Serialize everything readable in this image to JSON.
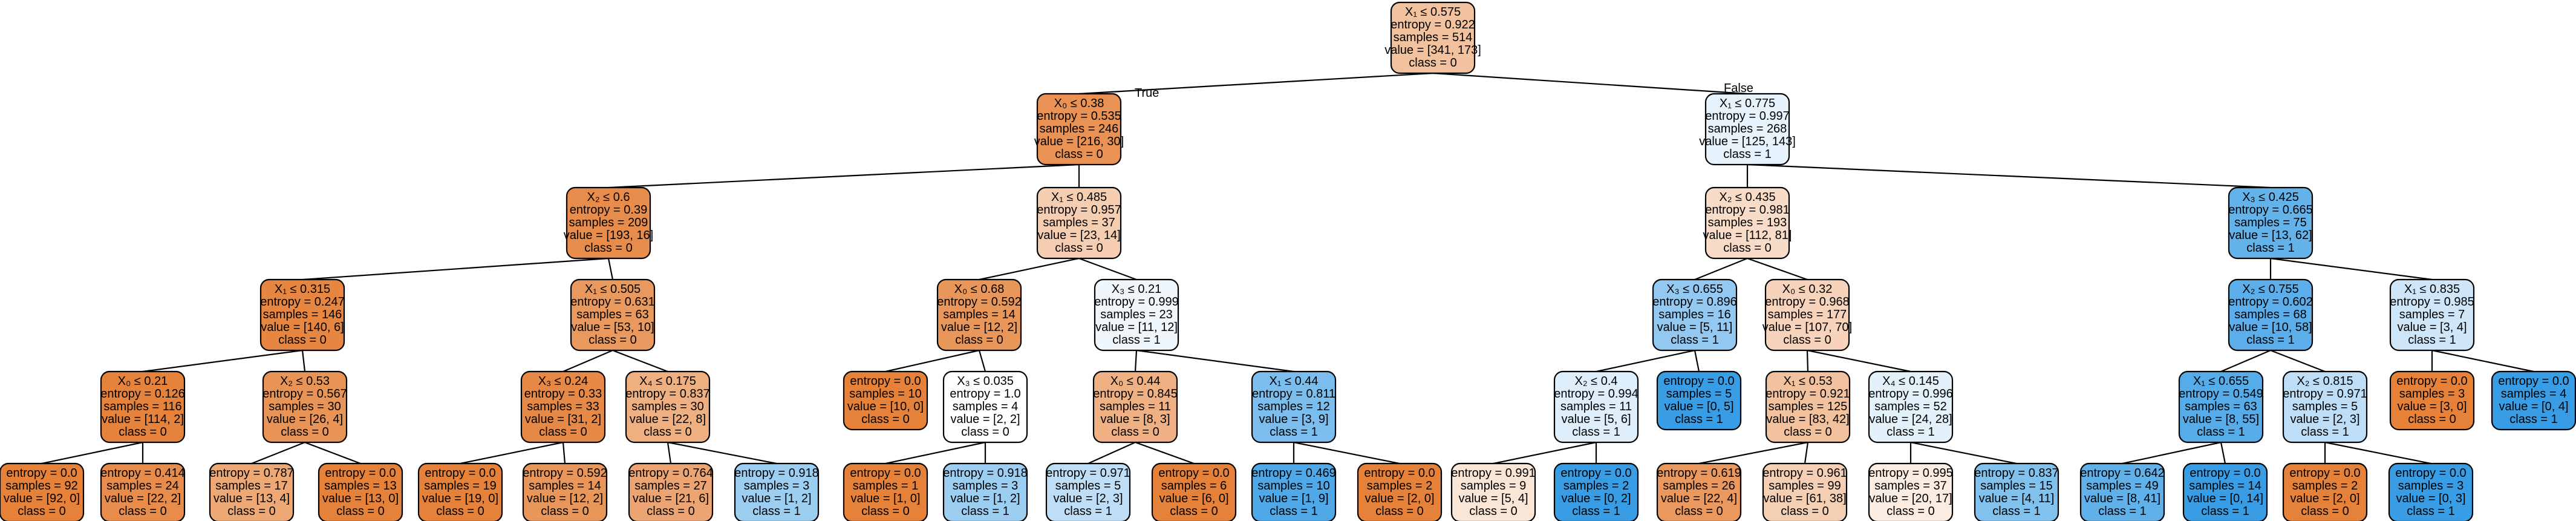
{
  "edge_labels": {
    "true_label": "True",
    "false_label": "False"
  },
  "nodes": [
    {
      "id": 0,
      "lines": [
        "X₁ ≤ 0.575",
        "entropy = 0.922",
        "samples = 514",
        "value = [341, 173]",
        "class = 0"
      ],
      "fill": "#f2c19e"
    },
    {
      "id": 1,
      "lines": [
        "X₀ ≤ 0.38",
        "entropy = 0.535",
        "samples = 246",
        "value = [216, 30]",
        "class = 0"
      ],
      "fill": "#e99254"
    },
    {
      "id": 2,
      "lines": [
        "X₁ ≤ 0.775",
        "entropy = 0.997",
        "samples = 268",
        "value = [125, 143]",
        "class = 1"
      ],
      "fill": "#e6f3fc"
    },
    {
      "id": 3,
      "lines": [
        "X₂ ≤ 0.6",
        "entropy = 0.39",
        "samples = 209",
        "value = [193, 16]",
        "class = 0"
      ],
      "fill": "#e78c4b"
    },
    {
      "id": 4,
      "lines": [
        "X₁ ≤ 0.485",
        "entropy = 0.957",
        "samples = 37",
        "value = [23, 14]",
        "class = 0"
      ],
      "fill": "#f5ceb2"
    },
    {
      "id": 5,
      "lines": [
        "X₂ ≤ 0.435",
        "entropy = 0.981",
        "samples = 193",
        "value = [112, 81]",
        "class = 0"
      ],
      "fill": "#f8dcc8"
    },
    {
      "id": 6,
      "lines": [
        "X₃ ≤ 0.425",
        "entropy = 0.665",
        "samples = 75",
        "value = [13, 62]",
        "class = 1"
      ],
      "fill": "#63b2ea"
    },
    {
      "id": 7,
      "lines": [
        "X₁ ≤ 0.315",
        "entropy = 0.247",
        "samples = 146",
        "value = [140, 6]",
        "class = 0"
      ],
      "fill": "#e68641"
    },
    {
      "id": 8,
      "lines": [
        "X₁ ≤ 0.505",
        "entropy = 0.631",
        "samples = 63",
        "value = [53, 10]",
        "class = 0"
      ],
      "fill": "#ea995e"
    },
    {
      "id": 9,
      "lines": [
        "X₀ ≤ 0.68",
        "entropy = 0.592",
        "samples = 14",
        "value = [12, 2]",
        "class = 0"
      ],
      "fill": "#e9965a"
    },
    {
      "id": 10,
      "lines": [
        "X₃ ≤ 0.21",
        "entropy = 0.999",
        "samples = 23",
        "value = [11, 12]",
        "class = 1"
      ],
      "fill": "#eff7fd"
    },
    {
      "id": 11,
      "lines": [
        "X₃ ≤ 0.655",
        "entropy = 0.896",
        "samples = 16",
        "value = [5, 11]",
        "class = 1"
      ],
      "fill": "#93c9f1"
    },
    {
      "id": 12,
      "lines": [
        "X₀ ≤ 0.32",
        "entropy = 0.968",
        "samples = 177",
        "value = [107, 70]",
        "class = 0"
      ],
      "fill": "#f6d3ba"
    },
    {
      "id": 13,
      "lines": [
        "X₂ ≤ 0.755",
        "entropy = 0.602",
        "samples = 68",
        "value = [10, 58]",
        "class = 1"
      ],
      "fill": "#5baee9"
    },
    {
      "id": 14,
      "lines": [
        "X₁ ≤ 0.835",
        "entropy = 0.985",
        "samples = 7",
        "value = [3, 4]",
        "class = 1"
      ],
      "fill": "#cee6f8"
    },
    {
      "id": 15,
      "lines": [
        "X₀ ≤ 0.21",
        "entropy = 0.126",
        "samples = 116",
        "value = [114, 2]",
        "class = 0"
      ],
      "fill": "#e5833c"
    },
    {
      "id": 16,
      "lines": [
        "X₂ ≤ 0.53",
        "entropy = 0.567",
        "samples = 30",
        "value = [26, 4]",
        "class = 0"
      ],
      "fill": "#e99457"
    },
    {
      "id": 17,
      "lines": [
        "X₃ ≤ 0.24",
        "entropy = 0.33",
        "samples = 33",
        "value = [31, 2]",
        "class = 0"
      ],
      "fill": "#e78946"
    },
    {
      "id": 18,
      "lines": [
        "X₄ ≤ 0.175",
        "entropy = 0.837",
        "samples = 30",
        "value = [22, 8]",
        "class = 0"
      ],
      "fill": "#eeaf81"
    },
    {
      "id": 19,
      "lines": [
        "entropy = 0.0",
        "samples = 10",
        "value = [10, 0]",
        "class = 0"
      ],
      "fill": "#e58139"
    },
    {
      "id": 20,
      "lines": [
        "X₃ ≤ 0.035",
        "entropy = 1.0",
        "samples = 4",
        "value = [2, 2]",
        "class = 0"
      ],
      "fill": "#ffffff"
    },
    {
      "id": 21,
      "lines": [
        "X₀ ≤ 0.44",
        "entropy = 0.845",
        "samples = 11",
        "value = [8, 3]",
        "class = 0"
      ],
      "fill": "#efb083"
    },
    {
      "id": 22,
      "lines": [
        "X₁ ≤ 0.44",
        "entropy = 0.811",
        "samples = 12",
        "value = [3, 9]",
        "class = 1"
      ],
      "fill": "#7bbeee"
    },
    {
      "id": 23,
      "lines": [
        "X₂ ≤ 0.4",
        "entropy = 0.994",
        "samples = 11",
        "value = [5, 6]",
        "class = 1"
      ],
      "fill": "#deeffb"
    },
    {
      "id": 24,
      "lines": [
        "entropy = 0.0",
        "samples = 5",
        "value = [0, 5]",
        "class = 1"
      ],
      "fill": "#399de5"
    },
    {
      "id": 25,
      "lines": [
        "X₁ ≤ 0.53",
        "entropy = 0.921",
        "samples = 125",
        "value = [83, 42]",
        "class = 0"
      ],
      "fill": "#f2c19d"
    },
    {
      "id": 26,
      "lines": [
        "X₄ ≤ 0.145",
        "entropy = 0.996",
        "samples = 52",
        "value = [24, 28]",
        "class = 1"
      ],
      "fill": "#e3f1fb"
    },
    {
      "id": 27,
      "lines": [
        "X₁ ≤ 0.655",
        "entropy = 0.549",
        "samples = 63",
        "value = [8, 55]",
        "class = 1"
      ],
      "fill": "#56abe9"
    },
    {
      "id": 28,
      "lines": [
        "X₂ ≤ 0.815",
        "entropy = 0.971",
        "samples = 5",
        "value = [2, 3]",
        "class = 1"
      ],
      "fill": "#bddef6"
    },
    {
      "id": 29,
      "lines": [
        "entropy = 0.0",
        "samples = 3",
        "value = [3, 0]",
        "class = 0"
      ],
      "fill": "#e58139"
    },
    {
      "id": 30,
      "lines": [
        "entropy = 0.0",
        "samples = 4",
        "value = [0, 4]",
        "class = 1"
      ],
      "fill": "#399de5"
    },
    {
      "id": 31,
      "lines": [
        "entropy = 0.0",
        "samples = 92",
        "value = [92, 0]",
        "class = 0"
      ],
      "fill": "#e58139"
    },
    {
      "id": 32,
      "lines": [
        "entropy = 0.414",
        "samples = 24",
        "value = [22, 2]",
        "class = 0"
      ],
      "fill": "#e78c4b"
    },
    {
      "id": 33,
      "lines": [
        "entropy = 0.787",
        "samples = 17",
        "value = [13, 4]",
        "class = 0"
      ],
      "fill": "#eda876"
    },
    {
      "id": 34,
      "lines": [
        "entropy = 0.0",
        "samples = 13",
        "value = [13, 0]",
        "class = 0"
      ],
      "fill": "#e58139"
    },
    {
      "id": 35,
      "lines": [
        "entropy = 0.0",
        "samples = 19",
        "value = [19, 0]",
        "class = 0"
      ],
      "fill": "#e58139"
    },
    {
      "id": 36,
      "lines": [
        "entropy = 0.592",
        "samples = 14",
        "value = [12, 2]",
        "class = 0"
      ],
      "fill": "#e9965a"
    },
    {
      "id": 37,
      "lines": [
        "entropy = 0.764",
        "samples = 27",
        "value = [21, 6]",
        "class = 0"
      ],
      "fill": "#eca572"
    },
    {
      "id": 38,
      "lines": [
        "entropy = 0.918",
        "samples = 3",
        "value = [1, 2]",
        "class = 1"
      ],
      "fill": "#9ccef2"
    },
    {
      "id": 39,
      "lines": [
        "entropy = 0.0",
        "samples = 1",
        "value = [1, 0]",
        "class = 0"
      ],
      "fill": "#e58139"
    },
    {
      "id": 40,
      "lines": [
        "entropy = 0.918",
        "samples = 3",
        "value = [1, 2]",
        "class = 1"
      ],
      "fill": "#9ccef2"
    },
    {
      "id": 41,
      "lines": [
        "entropy = 0.971",
        "samples = 5",
        "value = [2, 3]",
        "class = 1"
      ],
      "fill": "#bddef6"
    },
    {
      "id": 42,
      "lines": [
        "entropy = 0.0",
        "samples = 6",
        "value = [6, 0]",
        "class = 0"
      ],
      "fill": "#e58139"
    },
    {
      "id": 43,
      "lines": [
        "entropy = 0.469",
        "samples = 10",
        "value = [1, 9]",
        "class = 1"
      ],
      "fill": "#4fa8e8"
    },
    {
      "id": 44,
      "lines": [
        "entropy = 0.0",
        "samples = 2",
        "value = [2, 0]",
        "class = 0"
      ],
      "fill": "#e58139"
    },
    {
      "id": 45,
      "lines": [
        "entropy = 0.991",
        "samples = 9",
        "value = [5, 4]",
        "class = 0"
      ],
      "fill": "#fae6d7"
    },
    {
      "id": 46,
      "lines": [
        "entropy = 0.0",
        "samples = 2",
        "value = [0, 2]",
        "class = 1"
      ],
      "fill": "#399de5"
    },
    {
      "id": 47,
      "lines": [
        "entropy = 0.619",
        "samples = 26",
        "value = [22, 4]",
        "class = 0"
      ],
      "fill": "#ea985d"
    },
    {
      "id": 48,
      "lines": [
        "entropy = 0.961",
        "samples = 99",
        "value = [61, 38]",
        "class = 0"
      ],
      "fill": "#f5cfb4"
    },
    {
      "id": 49,
      "lines": [
        "entropy = 0.995",
        "samples = 37",
        "value = [20, 17]",
        "class = 0"
      ],
      "fill": "#fbece1"
    },
    {
      "id": 50,
      "lines": [
        "entropy = 0.837",
        "samples = 15",
        "value = [4, 11]",
        "class = 1"
      ],
      "fill": "#81c1ee"
    },
    {
      "id": 51,
      "lines": [
        "entropy = 0.642",
        "samples = 49",
        "value = [8, 41]",
        "class = 1"
      ],
      "fill": "#60b0ea"
    },
    {
      "id": 52,
      "lines": [
        "entropy = 0.0",
        "samples = 14",
        "value = [0, 14]",
        "class = 1"
      ],
      "fill": "#399de5"
    },
    {
      "id": 53,
      "lines": [
        "entropy = 0.0",
        "samples = 2",
        "value = [2, 0]",
        "class = 0"
      ],
      "fill": "#e58139"
    },
    {
      "id": 54,
      "lines": [
        "entropy = 0.0",
        "samples = 3",
        "value = [0, 3]",
        "class = 1"
      ],
      "fill": "#399de5"
    }
  ],
  "edges": [
    [
      0,
      1
    ],
    [
      0,
      2
    ],
    [
      1,
      3
    ],
    [
      1,
      4
    ],
    [
      2,
      5
    ],
    [
      2,
      6
    ],
    [
      3,
      7
    ],
    [
      3,
      8
    ],
    [
      4,
      9
    ],
    [
      4,
      10
    ],
    [
      5,
      11
    ],
    [
      5,
      12
    ],
    [
      6,
      13
    ],
    [
      6,
      14
    ],
    [
      7,
      15
    ],
    [
      7,
      16
    ],
    [
      8,
      17
    ],
    [
      8,
      18
    ],
    [
      9,
      19
    ],
    [
      9,
      20
    ],
    [
      10,
      21
    ],
    [
      10,
      22
    ],
    [
      11,
      23
    ],
    [
      11,
      24
    ],
    [
      12,
      25
    ],
    [
      12,
      26
    ],
    [
      13,
      27
    ],
    [
      13,
      28
    ],
    [
      14,
      29
    ],
    [
      14,
      30
    ],
    [
      15,
      31
    ],
    [
      15,
      32
    ],
    [
      16,
      33
    ],
    [
      16,
      34
    ],
    [
      17,
      35
    ],
    [
      17,
      36
    ],
    [
      18,
      37
    ],
    [
      18,
      38
    ],
    [
      20,
      39
    ],
    [
      20,
      40
    ],
    [
      21,
      41
    ],
    [
      21,
      42
    ],
    [
      22,
      43
    ],
    [
      22,
      44
    ],
    [
      23,
      45
    ],
    [
      23,
      46
    ],
    [
      25,
      47
    ],
    [
      25,
      48
    ],
    [
      26,
      49
    ],
    [
      26,
      50
    ],
    [
      27,
      51
    ],
    [
      27,
      52
    ],
    [
      28,
      53
    ],
    [
      28,
      54
    ]
  ]
}
